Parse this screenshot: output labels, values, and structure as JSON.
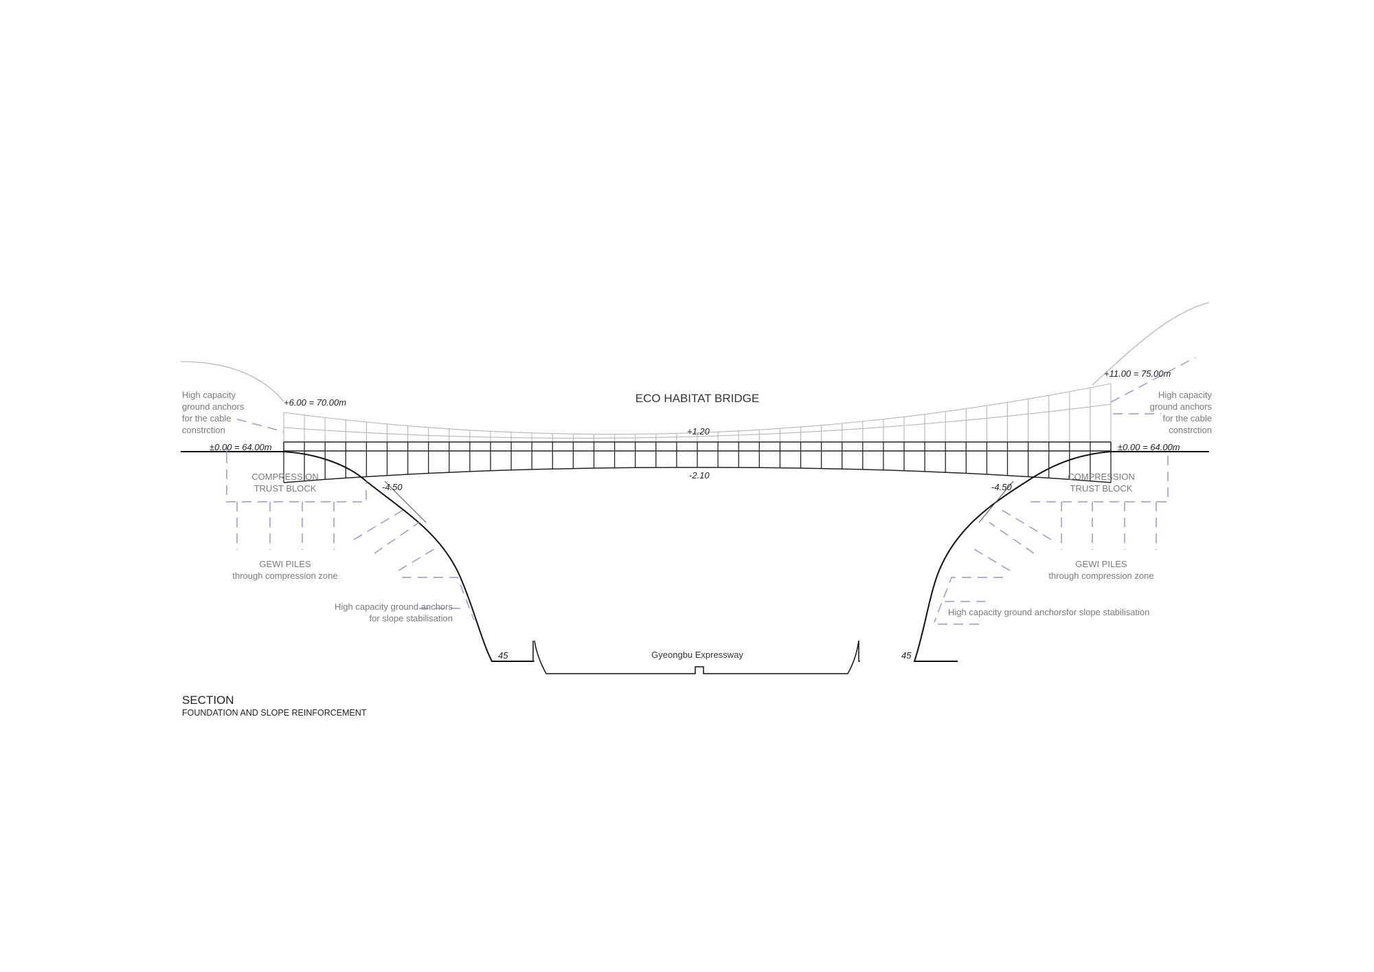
{
  "title": "ECO HABITAT BRIDGE",
  "section": {
    "title": "SECTION",
    "subtitle": "FOUNDATION AND SLOPE REINFORCEMENT"
  },
  "levels": {
    "left_top": "+6.00 = 70.00m",
    "right_top": "+11.00 = 75.00m",
    "left_deck": "±0.00 = 64.00m",
    "right_deck": "±0.00 = 64.00m",
    "mid_top": "+1.20",
    "mid_bottom": "-2.10",
    "left_bottom": "-4.50",
    "right_bottom": "-4.50",
    "left_slope": "45",
    "right_slope": "45"
  },
  "labels": {
    "left_cable_anchor": [
      "High capacity",
      "ground anchors",
      "for the cable",
      "constrction"
    ],
    "right_cable_anchor": [
      "High capacity",
      "ground anchors",
      "for the cable",
      "constrction"
    ],
    "left_block": [
      "COMPRESSION",
      "TRUST BLOCK"
    ],
    "right_block": [
      "COMPRESSION",
      "TRUST BLOCK"
    ],
    "left_piles": [
      "GEWI PILES",
      "through compression zone"
    ],
    "right_piles": [
      "GEWI PILES",
      "through compression zone"
    ],
    "left_slope_anchor": [
      "High capacity ground anchors",
      "for slope stabilisation"
    ],
    "right_slope_anchor": "High capacity ground anchorsfor slope stabilisation",
    "road": "Gyeongbu Expressway"
  },
  "colors": {
    "anchor_lines": "#a58fd2",
    "structure": "#222222",
    "cable": "#b5b5b5",
    "text_grey": "#7a7a7a"
  }
}
